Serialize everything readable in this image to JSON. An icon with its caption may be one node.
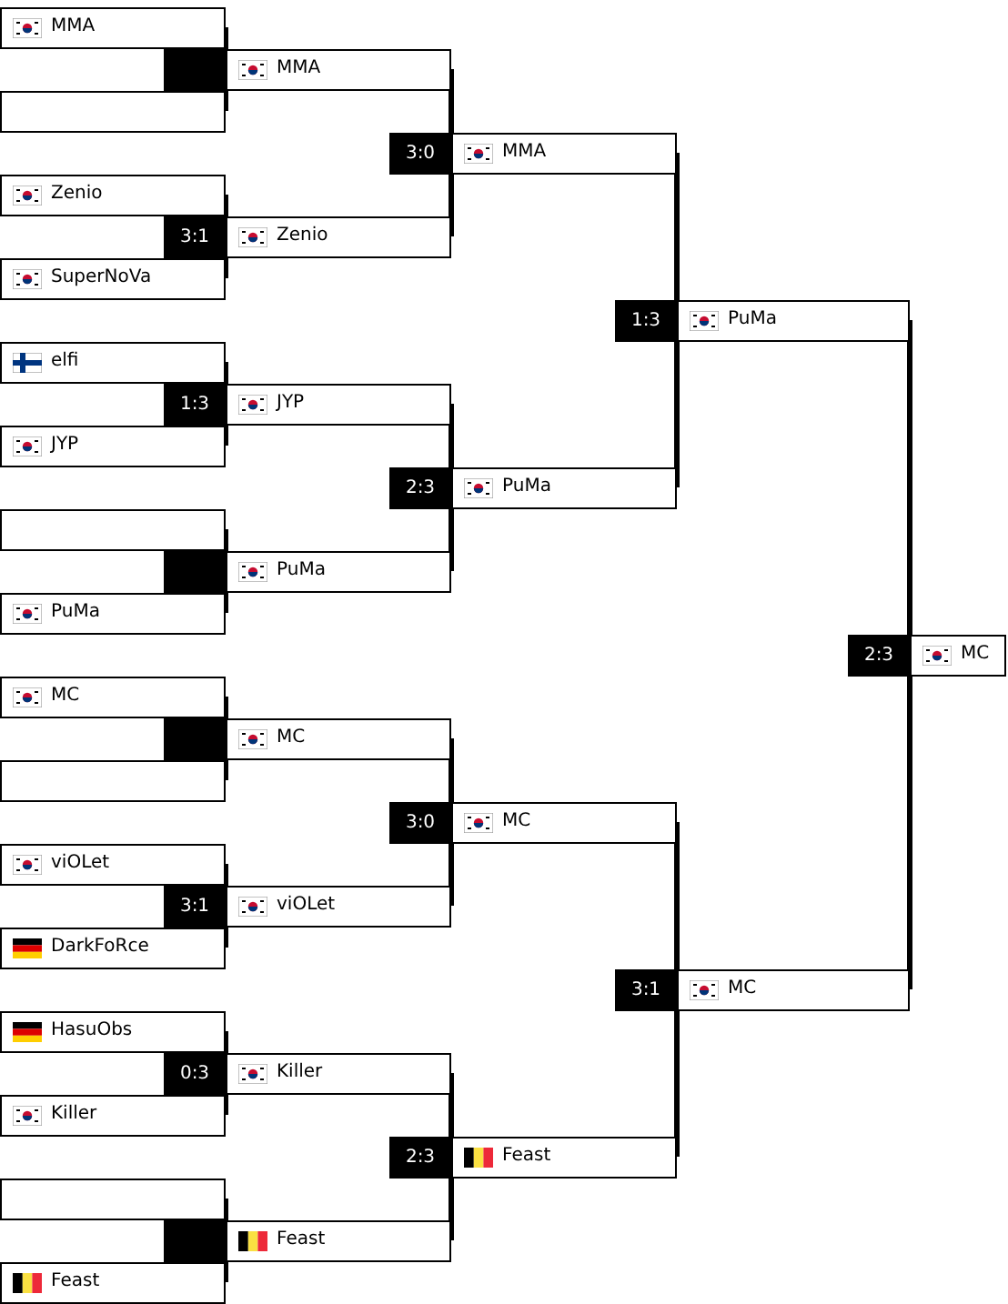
{
  "diagram": {
    "nodes": [
      {
        "text": [
          "MMA"
        ]
      },
      {
        "text": [],
        "shape": "box"
      },
      {
        "text": [
          "Zenio"
        ]
      },
      {
        "text": [
          "SuperNoVa"
        ]
      },
      {
        "text": [
          "elfi"
        ]
      },
      {
        "text": [
          "JYP"
        ]
      },
      {
        "text": [],
        "shape": "box"
      },
      {
        "text": [
          "PuMa"
        ]
      },
      {
        "text": [
          "MC"
        ]
      },
      {
        "text": [],
        "shape": "box"
      },
      {
        "text": [
          "viOLet"
        ]
      },
      {
        "text": [
          "DarkFoRce"
        ]
      },
      {
        "text": [
          "HasuObs"
        ]
      },
      {
        "text": [
          "Killer"
        ]
      },
      {
        "text": [],
        "shape": "box"
      },
      {
        "text": [
          "Feast"
        ]
      },
      {
        "text": [
          "MMA"
        ]
      },
      {
        "text": [
          "Zenio"
        ],
        "beside": [
          "3:1"
        ]
      },
      {
        "text": [
          "JYP"
        ],
        "beside": [
          "1:3"
        ]
      },
      {
        "text": [
          "PuMa"
        ]
      },
      {
        "text": [
          "MC"
        ]
      },
      {
        "text": [
          "viOLet"
        ],
        "beside": [
          "3:1"
        ]
      },
      {
        "text": [
          "Killer"
        ],
        "beside": [
          "0:3"
        ]
      },
      {
        "text": [
          "Feast"
        ]
      },
      {
        "text": [
          "MMA"
        ],
        "beside": [
          "3:0"
        ]
      },
      {
        "text": [
          "PuMa"
        ],
        "beside": [
          "2:3"
        ]
      },
      {
        "text": [
          "MC"
        ],
        "beside": [
          "3:0"
        ]
      },
      {
        "text": [
          "Feast"
        ],
        "beside": [
          "2:3"
        ]
      },
      {
        "text": [
          "PuMa"
        ],
        "beside": [
          "1:3"
        ]
      },
      {
        "text": [
          "MC"
        ],
        "beside": [
          "3:1"
        ]
      },
      {
        "text": [
          "MC"
        ],
        "beside": [
          "2:3"
        ]
      }
    ],
    "edges": [
      {
        "from": 0,
        "to": 16,
        "arrow": "none"
      },
      {
        "from": 1,
        "to": 16,
        "arrow": "none"
      },
      {
        "from": 2,
        "to": 17,
        "arrow": "none"
      },
      {
        "from": 3,
        "to": 17,
        "arrow": "none"
      },
      {
        "from": 4,
        "to": 18,
        "arrow": "none"
      },
      {
        "from": 5,
        "to": 18,
        "arrow": "none"
      },
      {
        "from": 6,
        "to": 19,
        "arrow": "none"
      },
      {
        "from": 7,
        "to": 19,
        "arrow": "none"
      },
      {
        "from": 8,
        "to": 20,
        "arrow": "none"
      },
      {
        "from": 9,
        "to": 20,
        "arrow": "none"
      },
      {
        "from": 10,
        "to": 21,
        "arrow": "none"
      },
      {
        "from": 11,
        "to": 21,
        "arrow": "none"
      },
      {
        "from": 12,
        "to": 22,
        "arrow": "none"
      },
      {
        "from": 13,
        "to": 22,
        "arrow": "none"
      },
      {
        "from": 14,
        "to": 23,
        "arrow": "none"
      },
      {
        "from": 15,
        "to": 23,
        "arrow": "none"
      },
      {
        "from": 16,
        "to": 24,
        "arrow": "none"
      },
      {
        "from": 17,
        "to": 24,
        "arrow": "none"
      },
      {
        "from": 18,
        "to": 25,
        "arrow": "none"
      },
      {
        "from": 19,
        "to": 25,
        "arrow": "none"
      },
      {
        "from": 20,
        "to": 26,
        "arrow": "none"
      },
      {
        "from": 21,
        "to": 26,
        "arrow": "none"
      },
      {
        "from": 22,
        "to": 27,
        "arrow": "none"
      },
      {
        "from": 23,
        "to": 27,
        "arrow": "none"
      },
      {
        "from": 24,
        "to": 28,
        "arrow": "none"
      },
      {
        "from": 25,
        "to": 28,
        "arrow": "none"
      },
      {
        "from": 26,
        "to": 29,
        "arrow": "none"
      },
      {
        "from": 27,
        "to": 29,
        "arrow": "none"
      },
      {
        "from": 28,
        "to": 30,
        "arrow": "none"
      },
      {
        "from": 29,
        "to": 30,
        "arrow": "none"
      }
    ]
  }
}
